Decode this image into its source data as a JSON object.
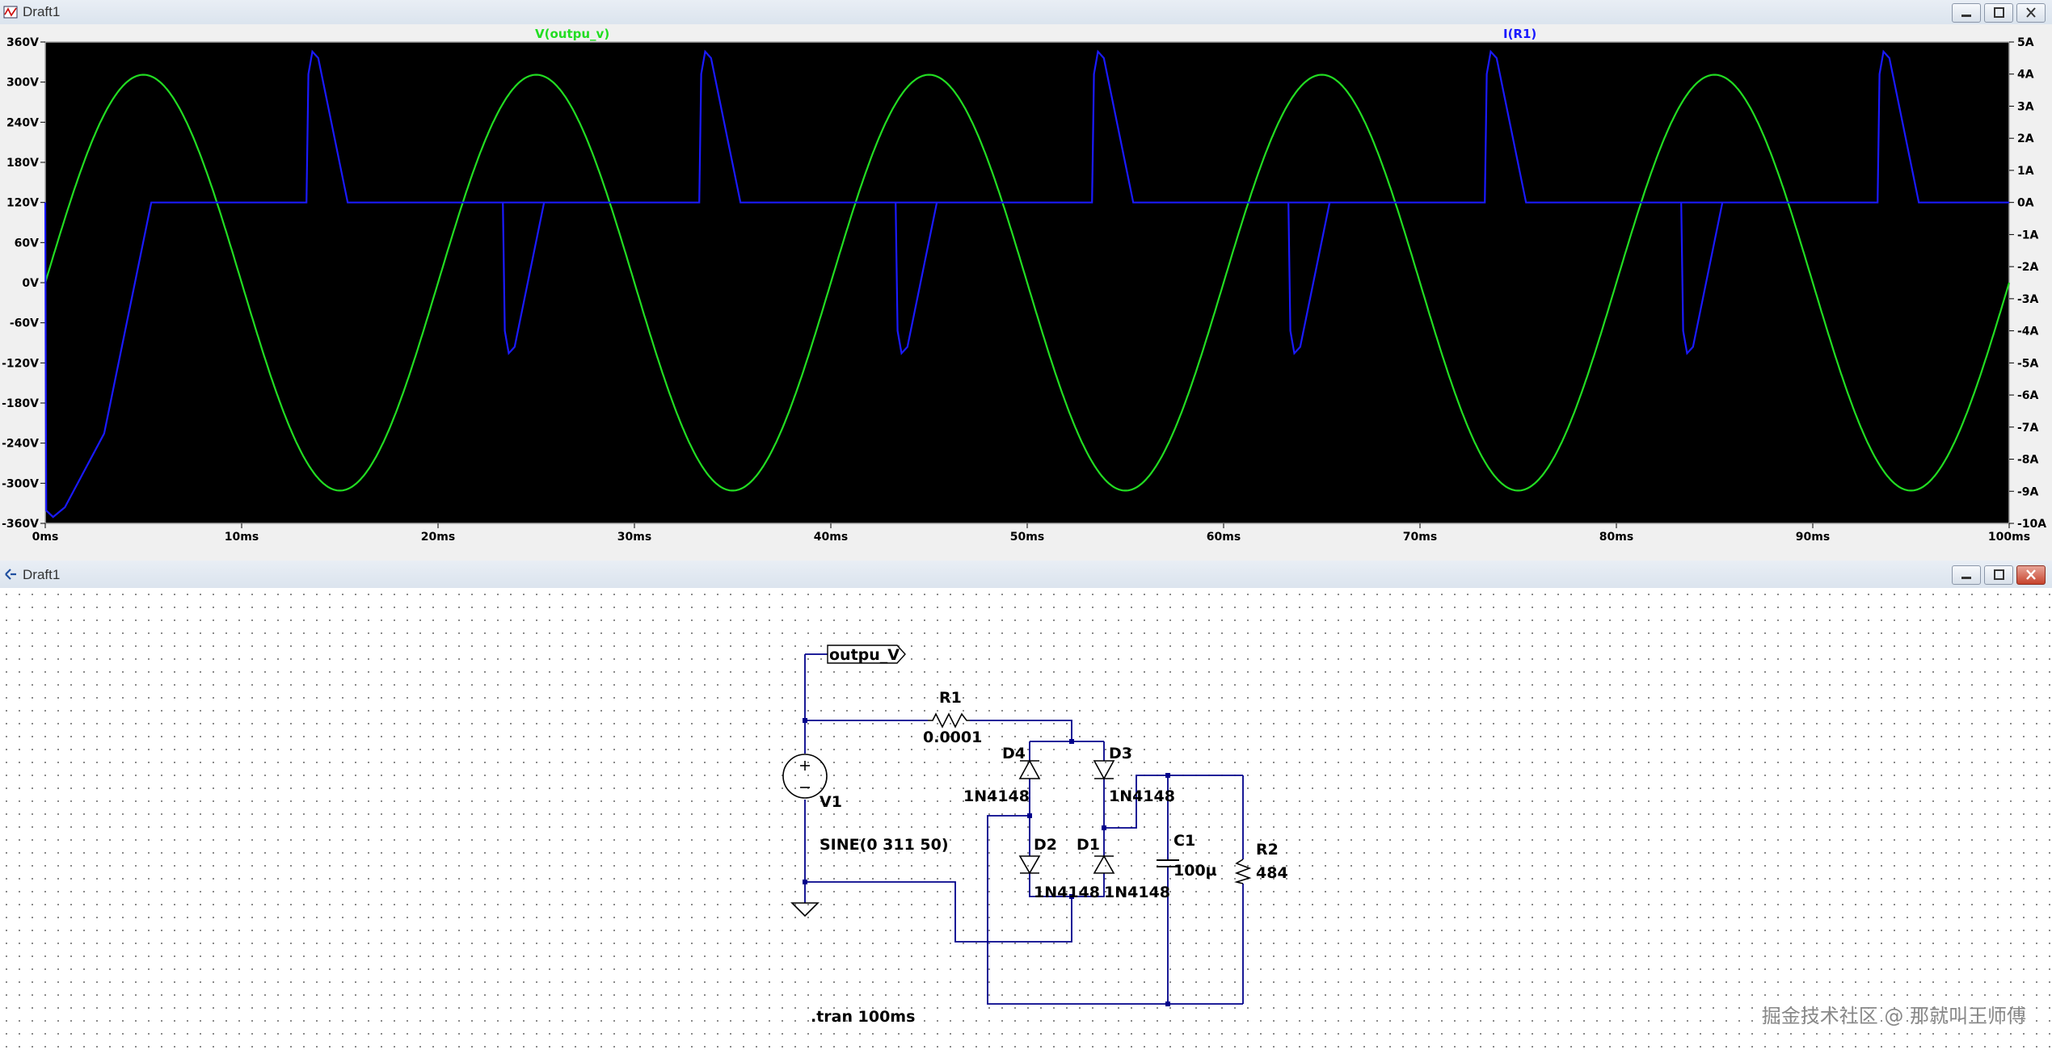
{
  "plot_window": {
    "title": "Draft1",
    "trace_labels": {
      "voltage": "V(outpu_v)",
      "current": "I(R1)"
    },
    "colors": {
      "voltage": "#22dd22",
      "current": "#1a1aff",
      "background": "#000000",
      "axes": "#aaaaaa"
    }
  },
  "chart_data": {
    "type": "line",
    "title": "",
    "xlabel": "",
    "ylabel": "",
    "ylabel_right": "",
    "x_ticks": [
      "0ms",
      "10ms",
      "20ms",
      "30ms",
      "40ms",
      "50ms",
      "60ms",
      "70ms",
      "80ms",
      "90ms",
      "100ms"
    ],
    "y_left_ticks": [
      "360V",
      "300V",
      "240V",
      "180V",
      "120V",
      "60V",
      "0V",
      "-60V",
      "-120V",
      "-180V",
      "-240V",
      "-300V",
      "-360V"
    ],
    "y_right_ticks": [
      "5A",
      "4A",
      "3A",
      "2A",
      "1A",
      "0A",
      "-1A",
      "-2A",
      "-3A",
      "-4A",
      "-5A",
      "-6A",
      "-7A",
      "-8A",
      "-9A",
      "-10A"
    ],
    "xlim": [
      0,
      100
    ],
    "ylim_left": [
      -360,
      360
    ],
    "ylim_right": [
      -10,
      5
    ],
    "series": [
      {
        "name": "V(outpu_v)",
        "axis": "left",
        "kind": "sine",
        "amplitude": 311,
        "frequency_hz": 50,
        "color": "#22dd22"
      },
      {
        "name": "I(R1)",
        "axis": "right",
        "color": "#1a1aff",
        "x": [
          0,
          0.05,
          0.4,
          1,
          3,
          5.4,
          13.3,
          13.4,
          13.6,
          13.9,
          15.4,
          33.3,
          33.4,
          33.6,
          33.9,
          35.4,
          53.3,
          53.4,
          53.6,
          53.9,
          55.4,
          73.3,
          73.4,
          73.6,
          73.9,
          75.4,
          93.3,
          93.4,
          93.6,
          93.9,
          95.4,
          100
        ],
        "y": [
          0,
          -9.6,
          -9.8,
          -9.5,
          -7.2,
          0,
          0,
          4.0,
          4.7,
          4.5,
          0,
          0,
          4.0,
          4.7,
          4.5,
          0,
          0,
          4.0,
          4.7,
          4.5,
          0,
          0,
          4.0,
          4.7,
          4.5,
          0,
          0,
          4.0,
          4.7,
          4.5,
          0,
          0
        ]
      },
      {
        "name": "I(R1)",
        "axis": "right",
        "color": "#1a1aff",
        "segments_negative": true,
        "x": [
          23.3,
          23.4,
          23.6,
          23.9,
          25.4,
          43.3,
          43.4,
          43.6,
          43.9,
          45.4,
          63.3,
          63.4,
          63.6,
          63.9,
          65.4,
          83.3,
          83.4,
          83.6,
          83.9,
          85.4
        ],
        "y": [
          0,
          -4.0,
          -4.7,
          -4.5,
          0,
          0,
          -4.0,
          -4.7,
          -4.5,
          0,
          0,
          -4.0,
          -4.7,
          -4.5,
          0,
          0,
          -4.0,
          -4.7,
          -4.5,
          0
        ]
      }
    ]
  },
  "schematic_window": {
    "title": "Draft1",
    "net_label": "outpu_V",
    "components": {
      "r1_name": "R1",
      "r1_value": "0.0001",
      "d1_name": "D1",
      "d1_model": "1N4148",
      "d2_name": "D2",
      "d2_model": "1N4148",
      "d3_name": "D3",
      "d3_model": "1N4148",
      "d4_name": "D4",
      "d4_model": "1N4148",
      "v1_name": "V1",
      "v1_value": "SINE(0 311 50)",
      "c1_name": "C1",
      "c1_value": "100µ",
      "r2_name": "R2",
      "r2_value": "484"
    },
    "directive": ".tran 100ms",
    "wire_color": "#00008b"
  },
  "watermark": "掘金技术社区 @ 那就叫王师傅"
}
